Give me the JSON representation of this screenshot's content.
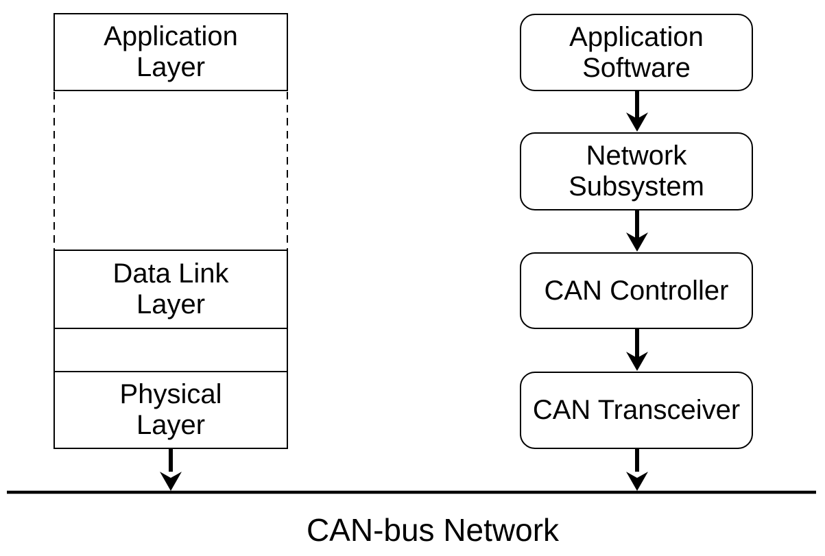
{
  "diagram_type": "CAN bus protocol stack vs. node implementation diagram",
  "osi_stack": {
    "application_layer": [
      "Application",
      "Layer"
    ],
    "omitted_middle_layers": "",
    "data_link_layer": [
      "Data Link",
      "Layer"
    ],
    "unlabeled_sublayer": "",
    "physical_layer": [
      "Physical",
      "Layer"
    ]
  },
  "node_flow": {
    "application_software": [
      "Application",
      "Software"
    ],
    "network_subsystem": [
      "Network",
      "Subsystem"
    ],
    "can_controller": "CAN Controller",
    "can_transceiver": "CAN Transceiver"
  },
  "bus": {
    "label": "CAN-bus Network"
  },
  "colors": {
    "line": "#000000",
    "background": "#ffffff"
  }
}
